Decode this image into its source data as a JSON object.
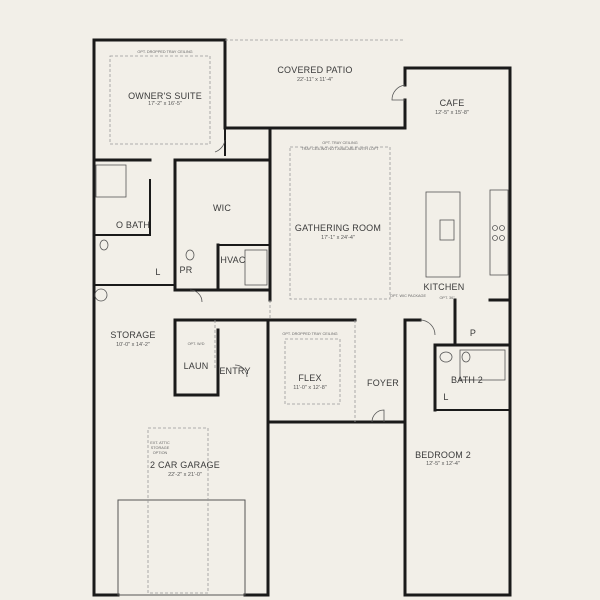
{
  "rooms": {
    "owners_suite": {
      "name": "OWNER'S SUITE",
      "size": "17'-2\" x 16'-5\"",
      "note": "OPT. DROPPED TRAY CEILING"
    },
    "covered_patio": {
      "name": "COVERED PATIO",
      "size": "22'-11\" x 11'-4\""
    },
    "cafe": {
      "name": "CAFE",
      "size": "12'-5\" x 15'-8\""
    },
    "gathering_room": {
      "name": "GATHERING ROOM",
      "size": "17'-1\" x 24'-4\"",
      "note1": "OPT. TRAY CEILING",
      "note2": "TRAY CEILING NOT AVAILABLE WITH LOFT"
    },
    "wic": {
      "name": "WIC"
    },
    "o_bath": {
      "name": "O BATH"
    },
    "pr": {
      "name": "PR"
    },
    "hvac": {
      "name": "HVAC"
    },
    "linen_1": {
      "name": "L"
    },
    "kitchen": {
      "name": "KITCHEN",
      "note1": "OPT. WIC PACKAGE",
      "note2": "OPT. 36\""
    },
    "pantry": {
      "name": "P"
    },
    "storage": {
      "name": "STORAGE",
      "size": "10'-0\" x 14'-2\""
    },
    "laundry": {
      "name": "LAUN",
      "note": "OPT. W/D"
    },
    "entry": {
      "name": "ENTRY"
    },
    "flex": {
      "name": "FLEX",
      "size": "11'-0\" x 12'-8\"",
      "note": "OPT. DROPPED TRAY CEILING"
    },
    "foyer": {
      "name": "FOYER"
    },
    "bath_2": {
      "name": "BATH 2"
    },
    "linen_2": {
      "name": "L"
    },
    "bedroom_2": {
      "name": "BEDROOM 2",
      "size": "12'-5\" x 12'-4\""
    },
    "garage": {
      "name": "2 CAR GARAGE",
      "size": "22'-2\" x 21'-0\"",
      "note1": "EXT. ATTIC",
      "note2": "STORAGE",
      "note3": "OPTION"
    }
  },
  "colors": {
    "wall": "#1a1a1a",
    "background": "#f2efe8",
    "dashed": "#999999"
  }
}
